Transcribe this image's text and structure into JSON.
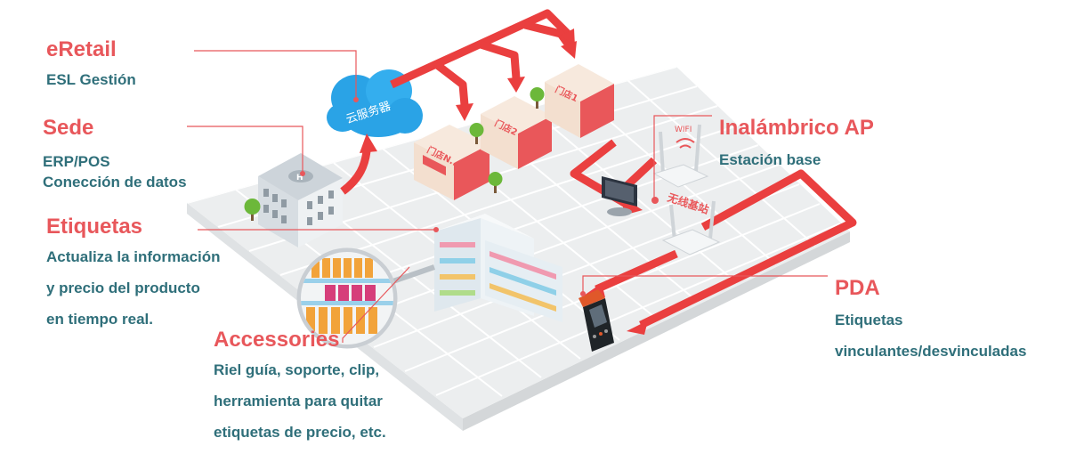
{
  "labels": {
    "eretail": {
      "title": "eRetail",
      "lines": [
        "ESL Gestión"
      ]
    },
    "sede": {
      "title": "Sede",
      "lines": [
        "ERP/POS",
        "Conección de datos"
      ]
    },
    "etiquetas": {
      "title": "Etiquetas",
      "lines": [
        "Actualiza la información",
        "y precio del producto",
        "en tiempo real."
      ]
    },
    "accessories": {
      "title": "Accessories",
      "lines": [
        "Riel guía, soporte, clip,",
        "herramienta para quitar",
        "etiquetas de precio, etc."
      ]
    },
    "ap": {
      "title": "Inalámbrico AP",
      "lines": [
        "Estación base"
      ]
    },
    "pda": {
      "title": "PDA",
      "lines": [
        "Etiquetas",
        "vinculantes/desvinculadas"
      ]
    }
  },
  "illustration": {
    "cloud_text": "云服务器",
    "store_signs": [
      "门店1",
      "门店2",
      "门店N..."
    ],
    "wifi_text": "WIFI",
    "base_station_text": "无线基站"
  },
  "colors": {
    "title": "#e8575b",
    "description": "#2f6f7a",
    "flow_arrow": "#ea3f3f",
    "ground": "#eceeef",
    "grid": "#ffffff",
    "cloud": "#2aa3e6",
    "building_wall": "#f3dfcf",
    "building_roof": "#e9575a",
    "leader_line": "#e8575b"
  },
  "icons": [
    "cloud-server-icon",
    "headquarters-building-icon",
    "store-building-icon",
    "tree-icon",
    "monitor-icon",
    "wifi-router-icon",
    "shelf-icon",
    "pda-scanner-icon",
    "magnifier-icon"
  ]
}
